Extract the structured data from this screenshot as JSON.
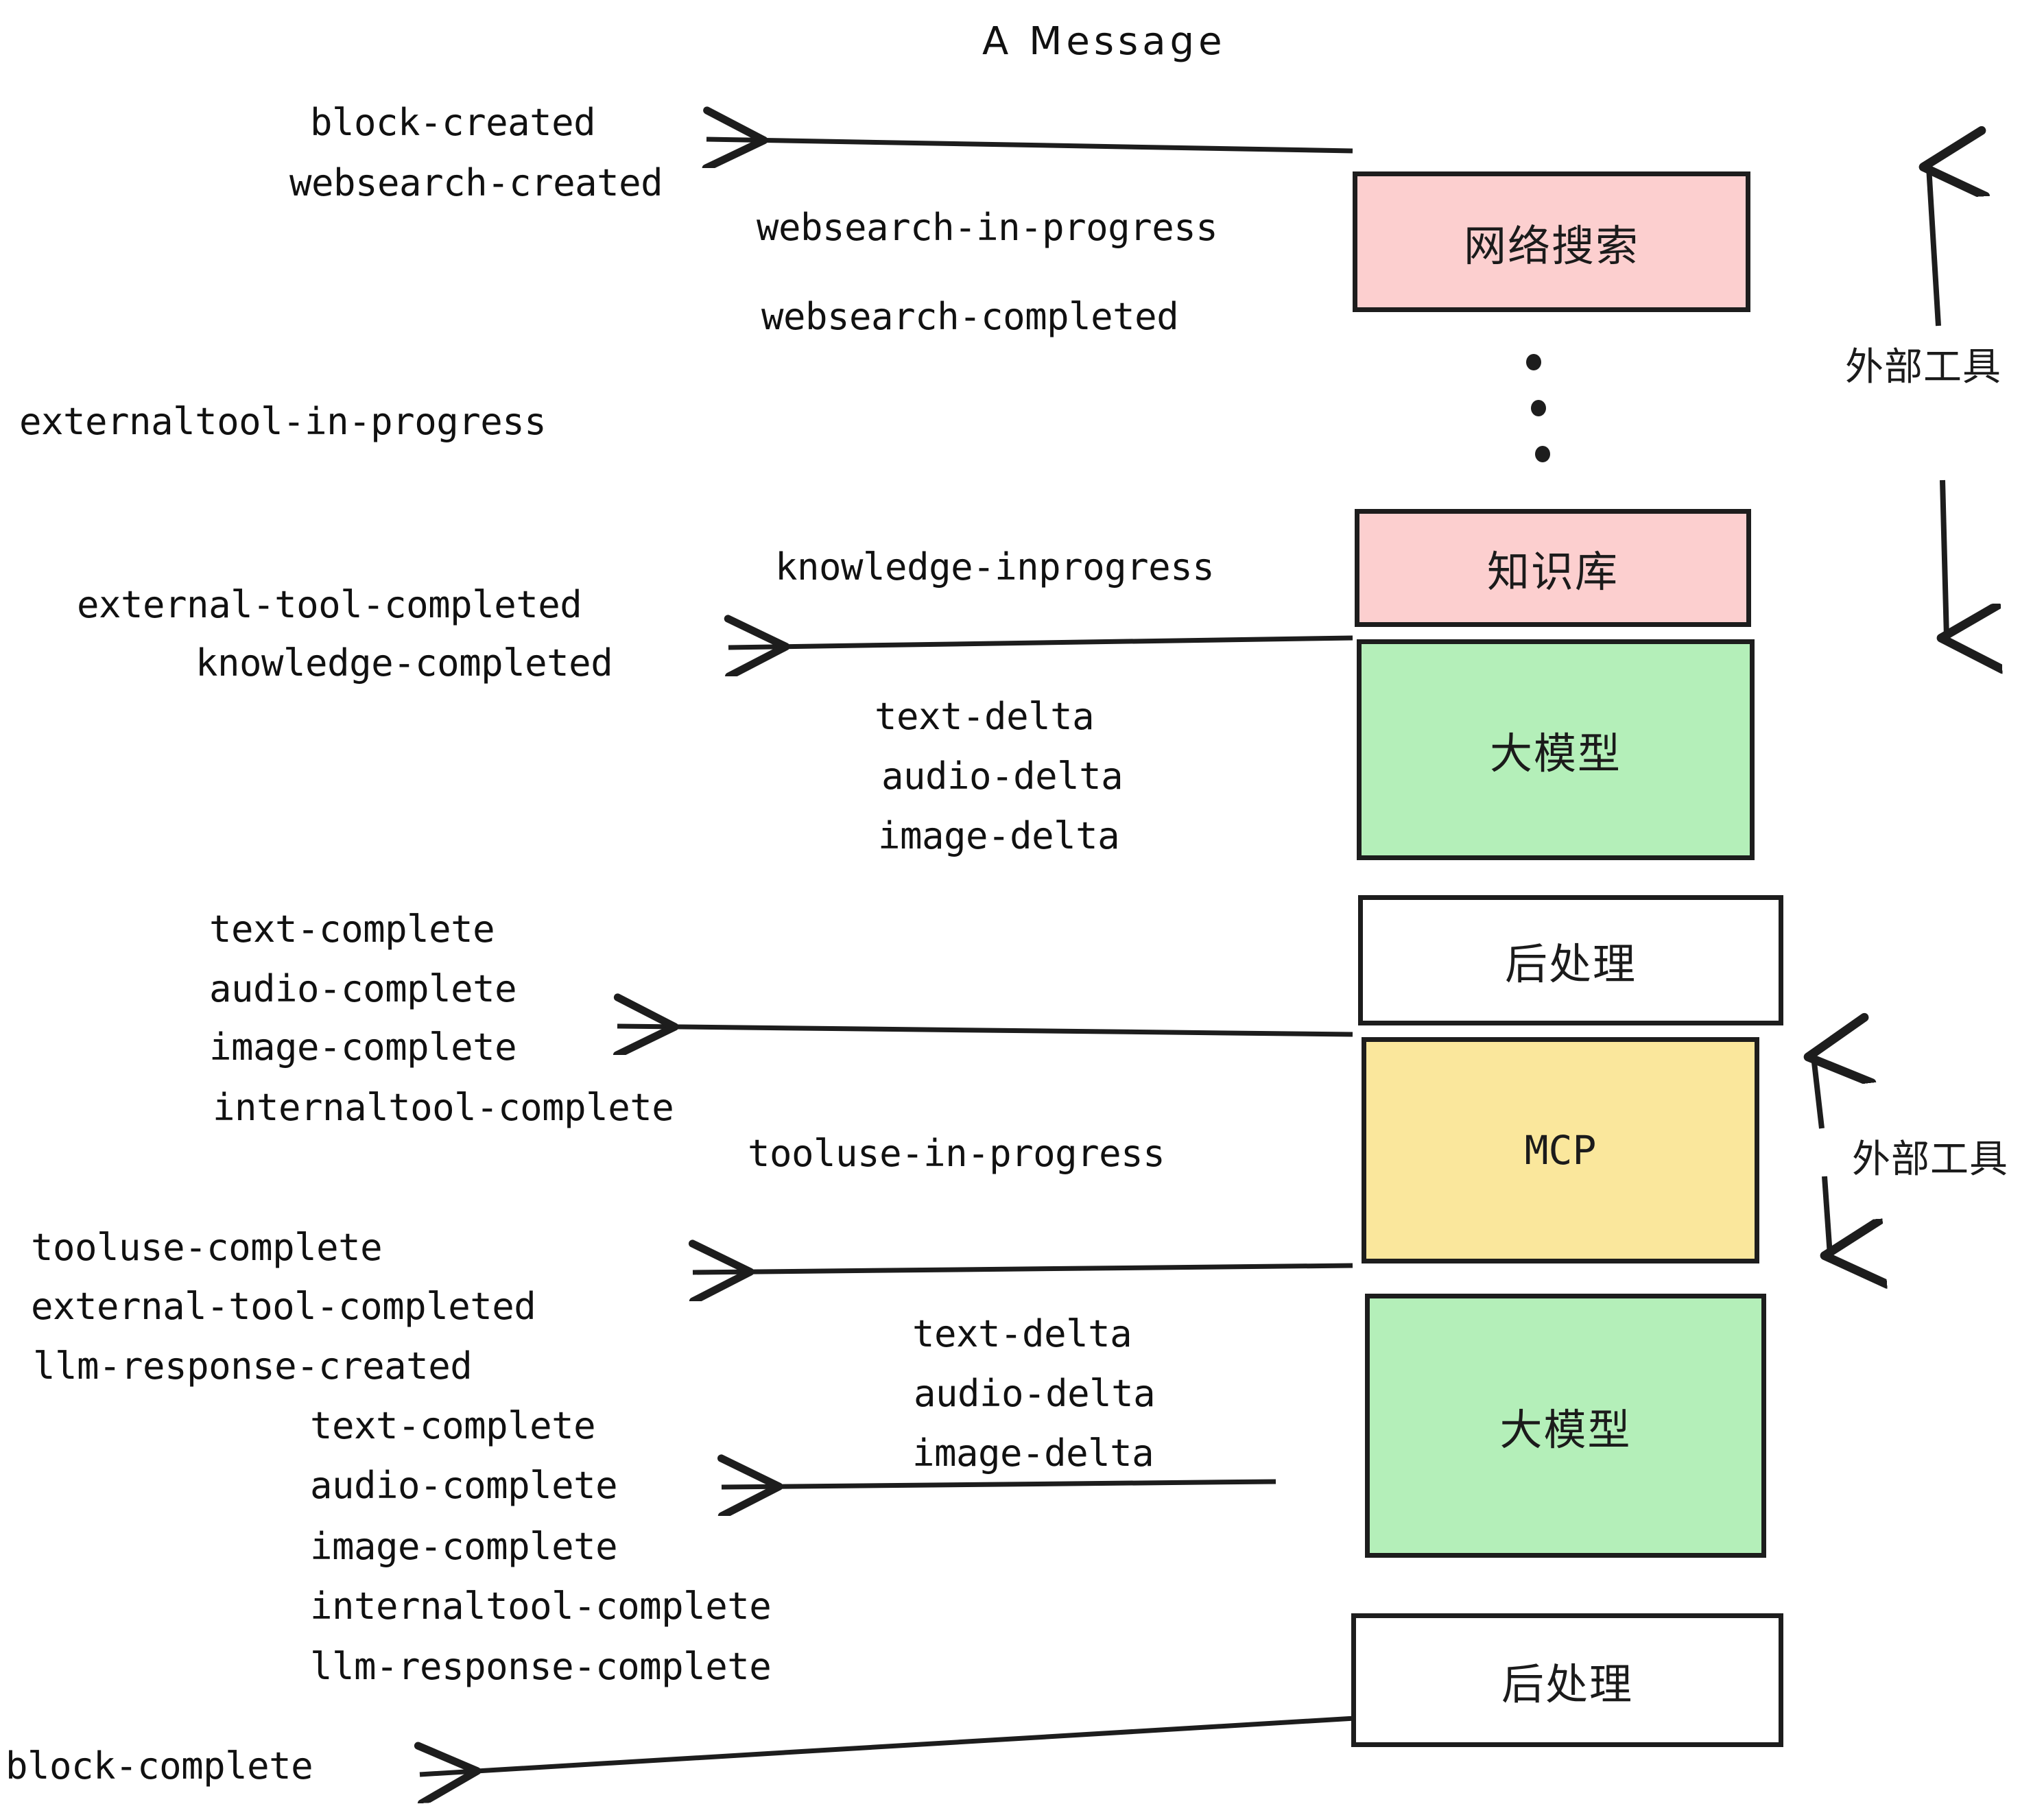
{
  "title": "A Message",
  "colors": {
    "pink": "#fccfcf",
    "green": "#b4efb9",
    "yellow": "#fae79c",
    "white": "#ffffff",
    "stroke": "#1d1d1d",
    "text": "#111111"
  },
  "boxes": {
    "websearch": "网络搜索",
    "knowledge": "知识库",
    "llm_1": "大模型",
    "postprocess_1": "后处理",
    "mcp": "MCP",
    "llm_2": "大模型",
    "postprocess_2": "后处理"
  },
  "side_labels": {
    "external_tool_top": "外部工具",
    "external_tool_bottom": "外部工具"
  },
  "events": {
    "block_created": "block-created",
    "websearch_created": "websearch-created",
    "websearch_in_progress": "websearch-in-progress",
    "websearch_completed": "websearch-completed",
    "externaltool_in_progress": "externaltool-in-progress",
    "knowledge_inprogress": "knowledge-inprogress",
    "external_tool_completed_1": "external-tool-completed",
    "knowledge_completed": "knowledge-completed",
    "text_delta_1": "text-delta",
    "audio_delta_1": "audio-delta",
    "image_delta_1": "image-delta",
    "text_complete_1": "text-complete",
    "audio_complete_1": "audio-complete",
    "image_complete_1": "image-complete",
    "internaltool_complete_1": "internaltool-complete",
    "tooluse_in_progress": "tooluse-in-progress",
    "tooluse_complete": "tooluse-complete",
    "external_tool_completed_2": "external-tool-completed",
    "llm_response_created": "llm-response-created",
    "text_delta_2": "text-delta",
    "audio_delta_2": "audio-delta",
    "image_delta_2": "image-delta",
    "text_complete_2": "text-complete",
    "audio_complete_2": "audio-complete",
    "image_complete_2": "image-complete",
    "internaltool_complete_2": "internaltool-complete",
    "llm_response_complete": "llm-response-complete",
    "block_complete": "block-complete"
  }
}
